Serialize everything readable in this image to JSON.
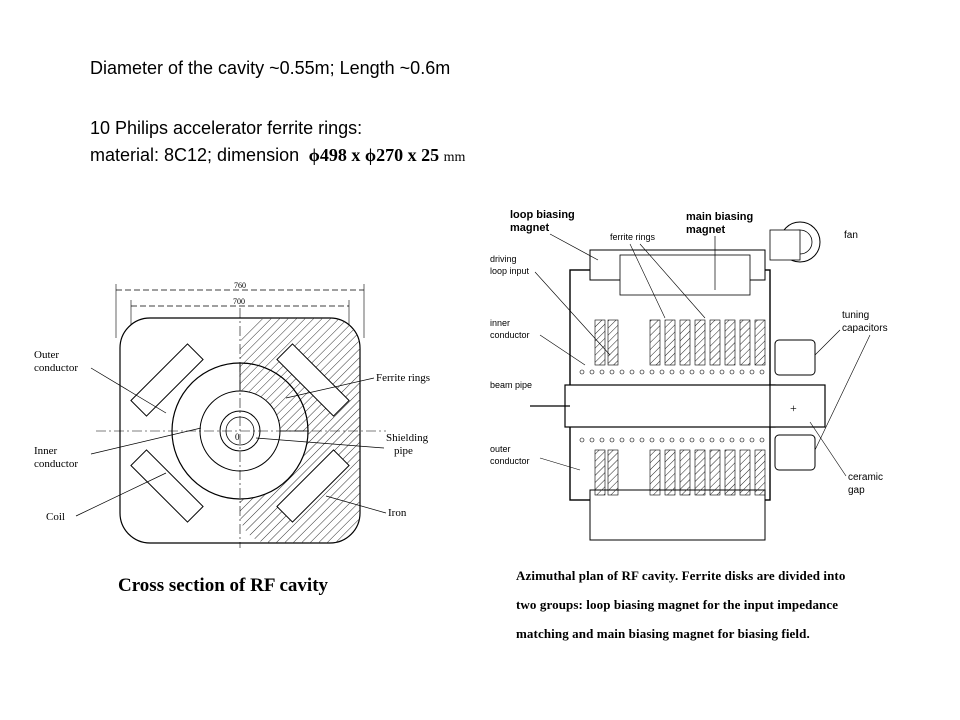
{
  "header": {
    "line1": "Diameter of the cavity ~0.55m; Length ~0.6m",
    "line2": "10 Philips accelerator ferrite rings:",
    "line3_prefix": "material: 8C12;  dimension",
    "dimension_value": "ϕ498  x  ϕ270  x  25",
    "dimension_unit": "mm"
  },
  "left_figure": {
    "dim_outer": "760",
    "dim_inner": "700",
    "labels": {
      "outer_conductor_1": "Outer",
      "outer_conductor_2": "conductor",
      "inner_conductor_1": "Inner",
      "inner_conductor_2": "conductor",
      "coil": "Coil",
      "ferrite_rings": "Ferrite rings",
      "shielding_1": "Shielding",
      "shielding_2": "pipe",
      "iron": "Iron",
      "center": "0"
    },
    "caption": "Cross section of RF cavity"
  },
  "right_figure": {
    "labels": {
      "loop_biasing_1": "loop biasing",
      "loop_biasing_2": "magnet",
      "ferrite_rings": "ferrite rings",
      "main_biasing_1": "main biasing",
      "main_biasing_2": "magnet",
      "fan": "fan",
      "driving_1": "driving",
      "driving_2": "loop input",
      "inner_1": "inner",
      "inner_2": "conductor",
      "beam_pipe": "beam pipe",
      "outer_1": "outer",
      "outer_2": "conductor",
      "tuning_1": "tuning",
      "tuning_2": "capacitors",
      "ceramic_1": "ceramic",
      "ceramic_2": "gap"
    },
    "caption_line1": "Azimuthal plan of RF cavity.  Ferrite disks are divided into",
    "caption_line2": "two groups:  loop biasing magnet for the input impedance",
    "caption_line3": "matching and main biasing magnet for biasing field."
  }
}
